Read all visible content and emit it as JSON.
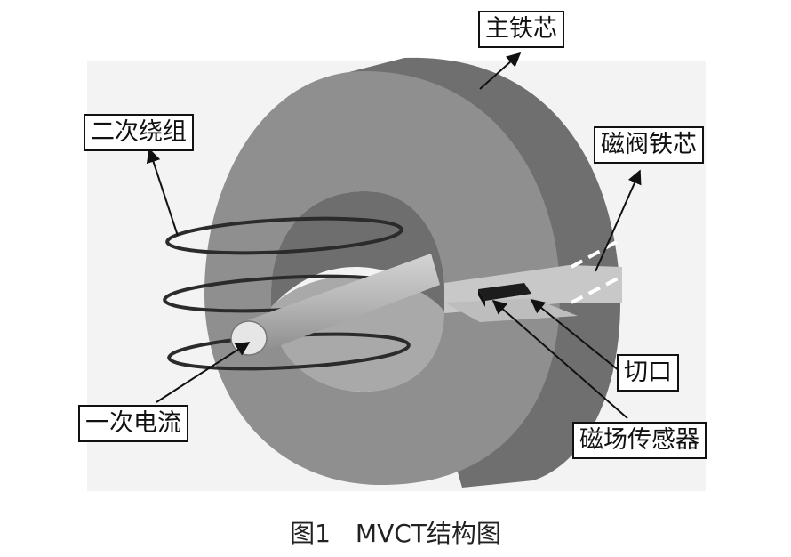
{
  "labels": {
    "main_core": "主铁芯",
    "secondary_winding": "二次绕组",
    "valve_core": "磁阀铁芯",
    "slot": "切口",
    "primary_current": "一次电流",
    "magnetic_sensor": "磁场传感器"
  },
  "caption": "图1　MVCT结构图",
  "colors": {
    "core_face": "#8f8f8f",
    "core_side": "#6f6f6f",
    "core_inner": "#a8a8a8",
    "conductor": "#b9b9b9",
    "winding": "#2b2b2b",
    "sensor": "#1c1c1c",
    "background_panel": "#f2f2f2"
  }
}
